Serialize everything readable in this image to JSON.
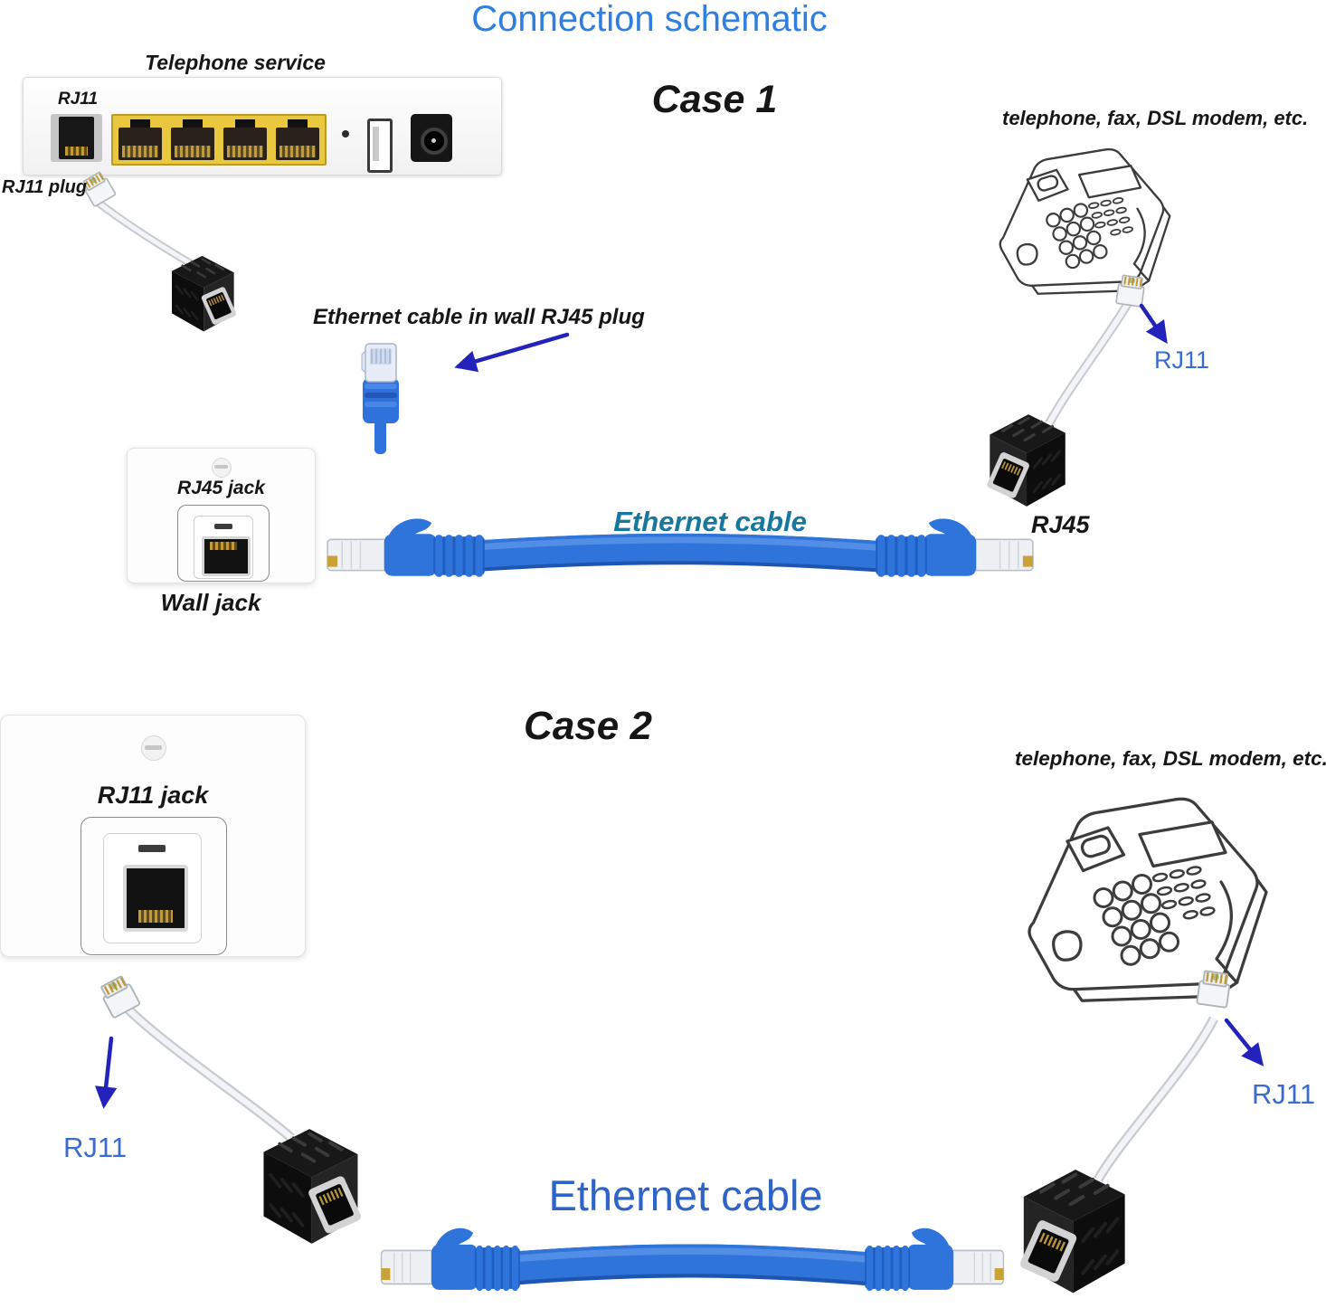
{
  "title": "Connection schematic",
  "case1": {
    "heading": "Case 1",
    "telephone_service": "Telephone service",
    "router_rj11": "RJ11",
    "rj11_plug": "RJ11 plug",
    "wall_plug_note": "Ethernet cable in wall RJ45 plug",
    "rj45_jack": "RJ45 jack",
    "wall_jack": "Wall jack",
    "ethernet_cable": "Ethernet cable",
    "device_note": "telephone, fax, DSL modem, etc.",
    "rj11": "RJ11",
    "rj45": "RJ45"
  },
  "case2": {
    "heading": "Case 2",
    "rj11_jack": "RJ11 jack",
    "rj11_left": "RJ11",
    "ethernet_cable": "Ethernet cable",
    "device_note": "telephone, fax, DSL modem, etc.",
    "rj11_right": "RJ11"
  },
  "colors": {
    "title_blue": "#2e7fe0",
    "label_blue": "#3a6bd0",
    "case1_cable_label_teal": "#17789e",
    "case2_cable_label_blue": "#2e64c8",
    "arrow_blue": "#2323bb",
    "cable_blue": "#2f74da",
    "router_port_yellow": "#e9c83f"
  }
}
